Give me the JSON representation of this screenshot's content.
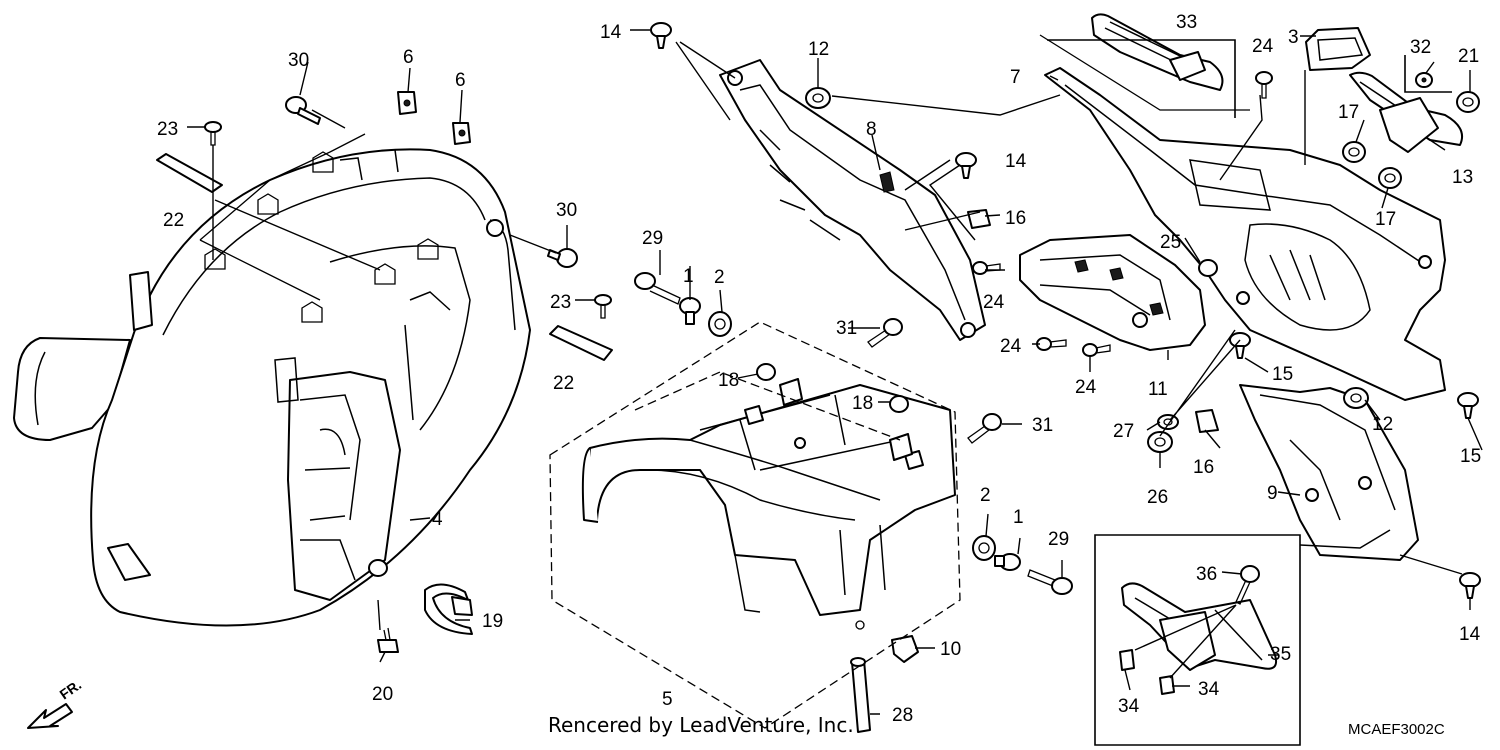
{
  "diagram": {
    "callouts": [
      {
        "id": "c1a",
        "text": "1"
      },
      {
        "id": "c1b",
        "text": "1"
      },
      {
        "id": "c2a",
        "text": "2"
      },
      {
        "id": "c2b",
        "text": "2"
      },
      {
        "id": "c3",
        "text": "3"
      },
      {
        "id": "c4",
        "text": "4"
      },
      {
        "id": "c5",
        "text": "5"
      },
      {
        "id": "c6a",
        "text": "6"
      },
      {
        "id": "c6b",
        "text": "6"
      },
      {
        "id": "c7",
        "text": "7"
      },
      {
        "id": "c8",
        "text": "8"
      },
      {
        "id": "c9",
        "text": "9"
      },
      {
        "id": "c10",
        "text": "10"
      },
      {
        "id": "c11",
        "text": "11"
      },
      {
        "id": "c12a",
        "text": "12"
      },
      {
        "id": "c12b",
        "text": "12"
      },
      {
        "id": "c13",
        "text": "13"
      },
      {
        "id": "c14a",
        "text": "14"
      },
      {
        "id": "c14b",
        "text": "14"
      },
      {
        "id": "c14c",
        "text": "14"
      },
      {
        "id": "c15a",
        "text": "15"
      },
      {
        "id": "c15b",
        "text": "15"
      },
      {
        "id": "c16a",
        "text": "16"
      },
      {
        "id": "c16b",
        "text": "16"
      },
      {
        "id": "c17a",
        "text": "17"
      },
      {
        "id": "c17b",
        "text": "17"
      },
      {
        "id": "c18a",
        "text": "18"
      },
      {
        "id": "c18b",
        "text": "18"
      },
      {
        "id": "c19",
        "text": "19"
      },
      {
        "id": "c20",
        "text": "20"
      },
      {
        "id": "c21",
        "text": "21"
      },
      {
        "id": "c22a",
        "text": "22"
      },
      {
        "id": "c22b",
        "text": "22"
      },
      {
        "id": "c23a",
        "text": "23"
      },
      {
        "id": "c23b",
        "text": "23"
      },
      {
        "id": "c24a",
        "text": "24"
      },
      {
        "id": "c24b",
        "text": "24"
      },
      {
        "id": "c24c",
        "text": "24"
      },
      {
        "id": "c24d",
        "text": "24"
      },
      {
        "id": "c25",
        "text": "25"
      },
      {
        "id": "c26",
        "text": "26"
      },
      {
        "id": "c27",
        "text": "27"
      },
      {
        "id": "c28",
        "text": "28"
      },
      {
        "id": "c29a",
        "text": "29"
      },
      {
        "id": "c29b",
        "text": "29"
      },
      {
        "id": "c30a",
        "text": "30"
      },
      {
        "id": "c30b",
        "text": "30"
      },
      {
        "id": "c31a",
        "text": "31"
      },
      {
        "id": "c31b",
        "text": "31"
      },
      {
        "id": "c32",
        "text": "32"
      },
      {
        "id": "c33",
        "text": "33"
      },
      {
        "id": "c34a",
        "text": "34"
      },
      {
        "id": "c34b",
        "text": "34"
      },
      {
        "id": "c35",
        "text": "35"
      },
      {
        "id": "c36",
        "text": "36"
      }
    ],
    "direction_label": "FR.",
    "credit": "Rencered by LeadVenture, Inc.",
    "diagram_code": "MCAEF3002C"
  }
}
